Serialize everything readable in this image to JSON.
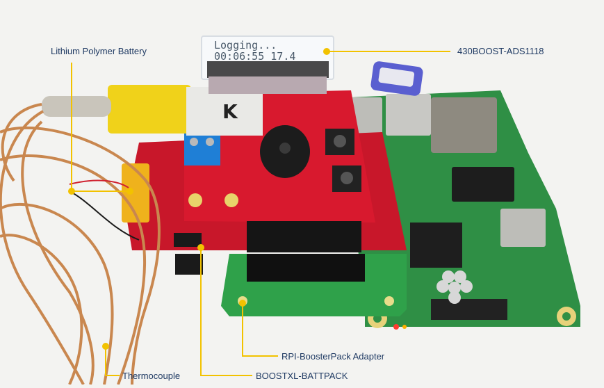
{
  "lcd": {
    "line1": "Logging...",
    "line2": "00:06:55 17.4"
  },
  "callouts": {
    "battery": "Lithium Polymer Battery",
    "ads": "430BOOST-ADS1118",
    "thermocouple": "Thermocouple",
    "battpack": "BOOSTXL-BATTPACK",
    "adapter": "RPI-BoosterPack Adapter"
  },
  "colors": {
    "callout_line": "#f2c200",
    "callout_text": "#1f3a63",
    "pcb_red": "#c8172a",
    "pcb_green": "#2f9a4a",
    "thermocouple_wire": "#c9874f"
  }
}
